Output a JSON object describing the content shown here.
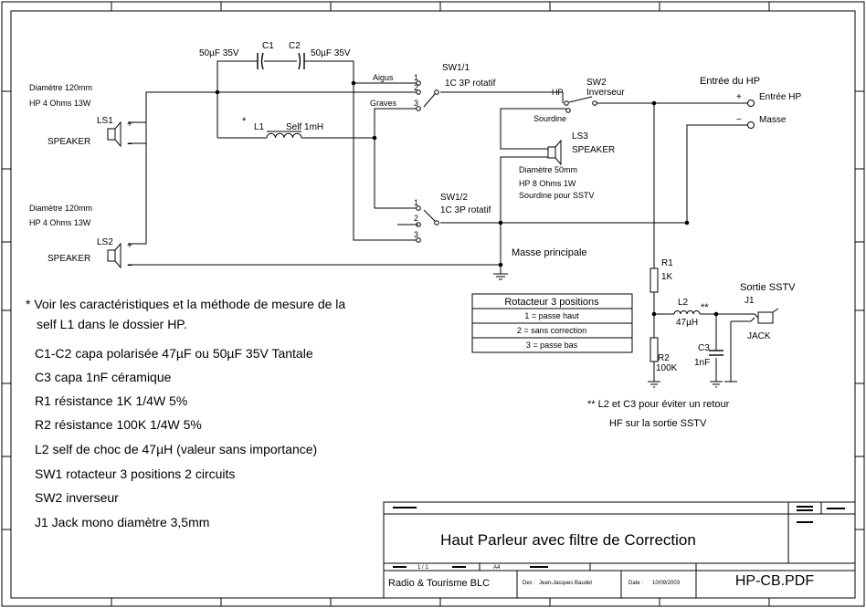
{
  "speakers": {
    "ls1": {
      "spec1": "Diamètre 120mm",
      "spec2": "HP 4 Ohms 13W",
      "ref": "LS1",
      "name": "SPEAKER"
    },
    "ls2": {
      "spec1": "Diamètre 120mm",
      "spec2": "HP 4 Ohms 13W",
      "ref": "LS2",
      "name": "SPEAKER"
    },
    "ls3": {
      "ref": "LS3",
      "name": "SPEAKER",
      "spec1": "Diamètre 50mm",
      "spec2": "HP 8 Ohms 1W",
      "spec3": "Sourdine pour SSTV"
    },
    "plus": "+",
    "minus": "−"
  },
  "caps": {
    "c1_value": "50µF 35V",
    "c1_ref": "C1",
    "c2_ref": "C2",
    "c2_value": "50µF 35V",
    "c3_ref": "C3",
    "c3_value": "1nF"
  },
  "inductors": {
    "l1_star": "*",
    "l1_ref": "L1",
    "l1_value": "Self 1mH",
    "l2_ref": "L2",
    "l2_value": "47µH",
    "l2_mark": "**"
  },
  "switches": {
    "sw1_1_ref": "SW1/1",
    "sw1_1_desc": "1C 3P rotatif",
    "sw1_2_ref": "SW1/2",
    "sw1_2_desc": "1C 3P rotatif",
    "pos1": "1",
    "pos2": "2",
    "pos3": "3",
    "aigus": "Aigus",
    "graves": "Graves",
    "sw2_ref": "SW2",
    "sw2_desc": "Inverseur",
    "hp": "HP",
    "sourdine": "Sourdine"
  },
  "connectors": {
    "entree_title": "Entrée du HP",
    "entree_plus": "+",
    "entree_label": "Entrée HP",
    "masse_minus": "−",
    "masse_label": "Masse",
    "masse_principale": "Masse principale",
    "sortie_title": "Sortie SSTV",
    "j1_ref": "J1",
    "j1_name": "JACK"
  },
  "resistors": {
    "r1_ref": "R1",
    "r1_value": "1K",
    "r2_ref": "R2",
    "r2_value": "100K"
  },
  "rotacteur": {
    "title": "Rotacteur 3 positions",
    "rows": [
      "1 = passe haut",
      "2 = sans correction",
      "3 = passe bas"
    ]
  },
  "notes": {
    "star_line1": "* Voir les caractéristiques et la méthode de mesure de la",
    "star_line2": "self L1 dans le dossier HP.",
    "items": [
      "C1-C2 capa polarisée 47µF ou 50µF 35V Tantale",
      "C3 capa 1nF céramique",
      "R1 résistance 1K 1/4W 5%",
      "R2 résistance 100K 1/4W 5%",
      "L2 self de choc de 47µH (valeur sans importance)",
      "SW1 rotacteur 3 positions 2 circuits",
      "SW2 inverseur",
      "J1 Jack mono diamètre 3,5mm"
    ],
    "l2c3_line1": "**   L2 et C3 pour éviter un retour",
    "l2c3_line2": "HF sur la sortie SSTV"
  },
  "title_block": {
    "title": "Haut Parleur avec filtre de Correction",
    "org": "Radio & Tourisme BLC",
    "des_label": "Des :",
    "des_value": "Jean-Jacques Baudet",
    "date_label": "Date :",
    "date_value": "10/09/2003",
    "sheet_num": "1 / 1",
    "format": "A4",
    "doc_id": "HP-CB.PDF"
  }
}
